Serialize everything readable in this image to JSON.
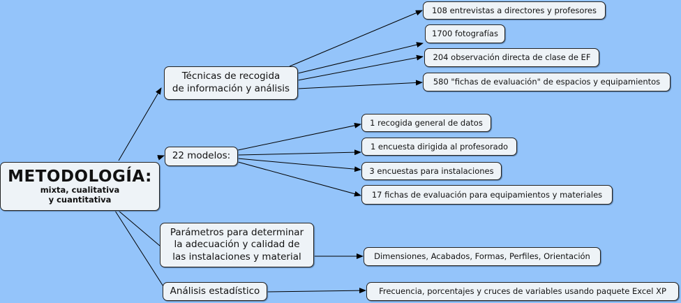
{
  "main": {
    "title": "METODOLOGÍA:",
    "subtitle_1": "mixta, cualitativa",
    "subtitle_2": "y cuantitativa"
  },
  "branches": {
    "tecnicas": {
      "line1": "Técnicas de recogida",
      "line2": "de información y análisis",
      "items": [
        "108 entrevistas a directores y profesores",
        "1700 fotografías",
        "204 observación directa de clase de EF",
        "580 \"fichas de evaluación\" de espacios y equipamientos"
      ]
    },
    "modelos": {
      "label": "22 modelos:",
      "items": [
        "1 recogida general de datos",
        "1 encuesta dirigida al profesorado",
        "3 encuestas para instalaciones",
        "17 fichas de evaluación para equipamientos y materiales"
      ]
    },
    "parametros": {
      "line1": "Parámetros para determinar",
      "line2": "la adecuación y calidad de",
      "line3": "las instalaciones y material",
      "items": [
        "Dimensiones, Acabados, Formas, Perfiles, Orientación"
      ]
    },
    "analisis": {
      "label": "Análisis estadístico",
      "items": [
        "Frecuencia, porcentajes y cruces de variables usando paquete Excel XP"
      ]
    }
  }
}
